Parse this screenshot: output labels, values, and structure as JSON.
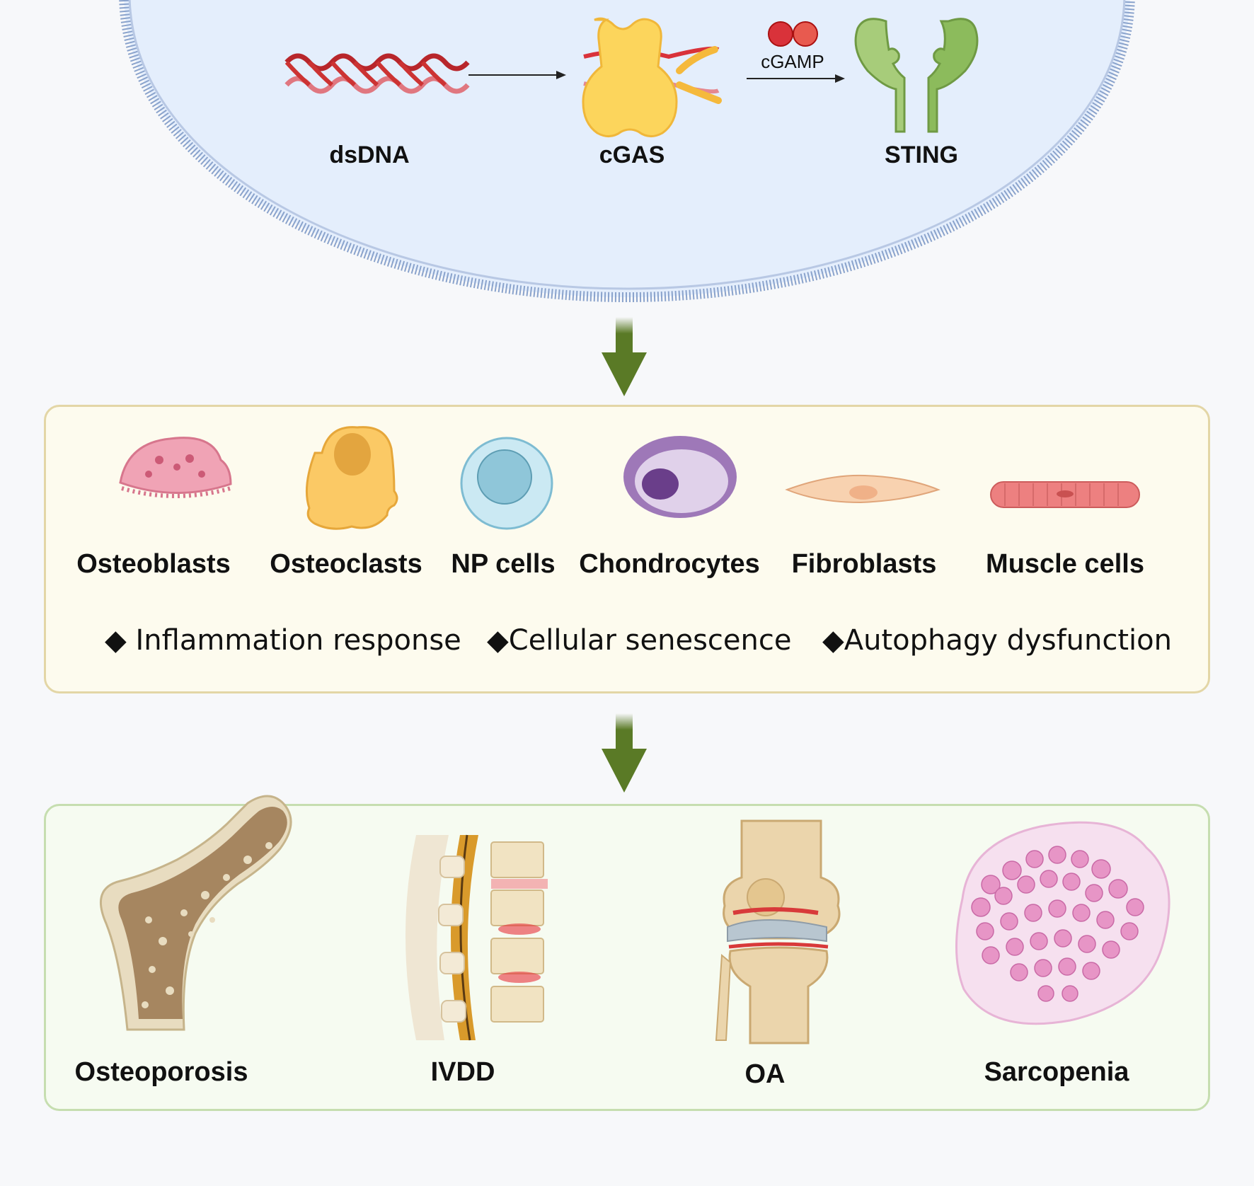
{
  "pathway": {
    "dsdna_label": "dsDNA",
    "cgas_label": "cGAS",
    "sting_label": "STING",
    "cgamp_label": "cGAMP"
  },
  "cells": [
    {
      "label": "Osteoblasts",
      "icon": "osteoblast-icon"
    },
    {
      "label": "Osteoclasts",
      "icon": "osteoclast-icon"
    },
    {
      "label": "NP cells",
      "icon": "np-cell-icon"
    },
    {
      "label": "Chondrocytes",
      "icon": "chondrocyte-icon"
    },
    {
      "label": "Fibroblasts",
      "icon": "fibroblast-icon"
    },
    {
      "label": "Muscle cells",
      "icon": "muscle-cell-icon"
    }
  ],
  "effects": [
    {
      "text": "◆ Inflammation response"
    },
    {
      "text": "◆Cellular senescence"
    },
    {
      "text": "◆Autophagy dysfunction"
    }
  ],
  "diseases": [
    {
      "label": "Osteoporosis",
      "icon": "femur-bone-icon"
    },
    {
      "label": "IVDD",
      "icon": "spine-icon"
    },
    {
      "label": "OA",
      "icon": "knee-joint-icon"
    },
    {
      "label": "Sarcopenia",
      "icon": "muscle-tissue-icon"
    }
  ],
  "colors": {
    "cell_fill": "#e4eefc",
    "membrane": "#8aa3cc",
    "arrow": "#5a7a26",
    "cells_panel_bg": "#fdfbee",
    "disease_panel_bg": "#f6fbf1"
  }
}
